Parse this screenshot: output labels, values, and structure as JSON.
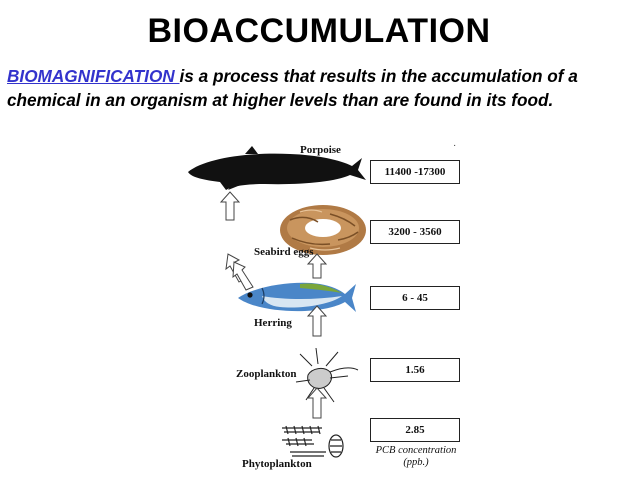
{
  "slide": {
    "title": "BIOACCUMULATION",
    "definition_term": "BIOMAGNIFICATION ",
    "definition_rest": "is a process that results in the accumulation of a chemical in an organism at higher levels than are found in its food."
  },
  "food_chain": [
    {
      "organism": "Porpoise",
      "pcb": "11400 -17300"
    },
    {
      "organism": "Seabird eggs",
      "pcb": "3200 - 3560"
    },
    {
      "organism": "Herring",
      "pcb": "6 - 45"
    },
    {
      "organism": "Zooplankton",
      "pcb": "1.56"
    },
    {
      "organism": "Phytoplankton",
      "pcb": "2.85"
    }
  ],
  "pcb_note_line1": "PCB concentration",
  "pcb_note_line2": "(ppb.)",
  "colors": {
    "term": "#3333cc",
    "herring_blue": "#4a86c8",
    "herring_green": "#7aa63a",
    "nest": "#b07a45"
  }
}
